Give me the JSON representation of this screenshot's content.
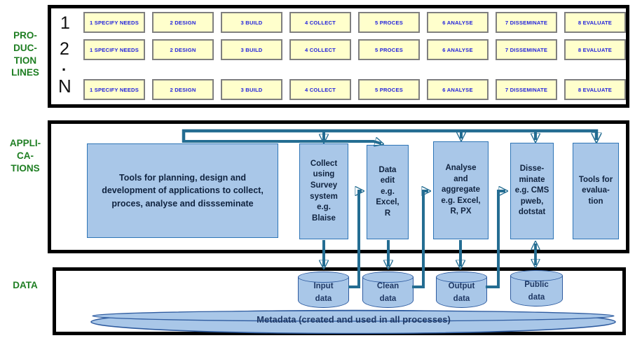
{
  "colors": {
    "green": "#1e7e22",
    "teal": "#246d92",
    "black": "#000000",
    "phaseFill": "#ffffcc",
    "phaseBorder": "#7f7f7f",
    "phaseText": "#2222dd",
    "blueFill": "#a9c7e8",
    "blueBorder": "#2e75b6",
    "cylBorder": "#2e5b9f",
    "darkText": "#10233f",
    "navyText": "#1f3864"
  },
  "production": {
    "label": "PRO-\nDUC-\nTION\nLINES",
    "row_labels": [
      "1",
      "2",
      ".",
      "N"
    ],
    "phases": [
      "1 SPECIFY NEEDS",
      "2 DESIGN",
      "3 BUILD",
      "4 COLLECT",
      "5 PROCES",
      "6 ANALYSE",
      "7 DISSEMINATE",
      "8 EVALUATE"
    ]
  },
  "applications": {
    "label": "APPLI-\nCA-\nTIONS",
    "tools_box": "Tools for planning, design and development of applications to collect, proces, analyse and dissseminate",
    "collect": "Collect\nusing\nSurvey\nsystem\ne.g.\nBlaise",
    "data_edit": "Data\nedit\ne.g.\nExcel,\nR",
    "analyse": "Analyse\nand\naggregate\ne.g. Excel,\nR, PX",
    "disseminate": "Disse-\nminate\ne.g. CMS\npweb,\ndotstat",
    "evaluation": "Tools for\nevalua-\ntion"
  },
  "data_layer": {
    "label": "DATA",
    "stores": [
      "Input\ndata",
      "Clean\ndata",
      "Output\ndata",
      "Public\ndata"
    ],
    "metadata": "Metadata (created and used in all processes)"
  }
}
